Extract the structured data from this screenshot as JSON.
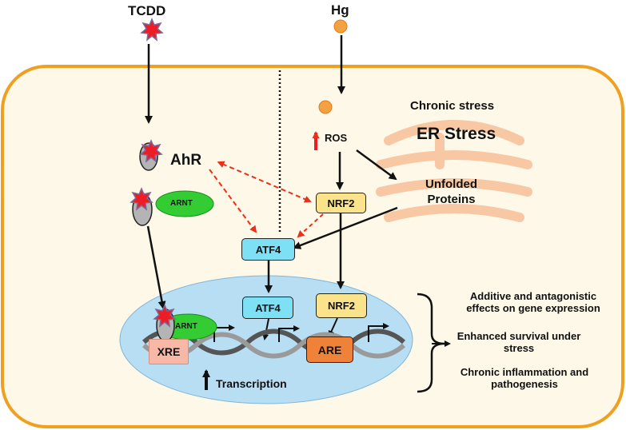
{
  "inputs": {
    "tcdd": "TCDD",
    "hg": "Hg"
  },
  "receptors": {
    "ahr": "AhR",
    "arnt": "ARNT",
    "arnt_nuclear": "ARNT"
  },
  "stress": {
    "chronic": "Chronic stress",
    "er": "ER Stress",
    "ros": "ROS",
    "unfolded": "Unfolded\nProteins"
  },
  "boxes": {
    "nrf2": "NRF2",
    "atf4": "ATF4",
    "atf4_nuclear": "ATF4",
    "nrf2_nuclear": "NRF2",
    "xre": "XRE",
    "are": "ARE"
  },
  "transcription": "Transcription",
  "outcomes": [
    "Additive and antagonistic\neffects on gene expression",
    "Enhanced survival under\nstress",
    "Chronic inflammation and\npathogenesis"
  ],
  "colors": {
    "cell_fill": "#fdf8e8",
    "cell_border": "#f0a020",
    "nucleus": "#b8def4",
    "arnt_green": "#33cc33",
    "receptor_gray": "#b4b4b4",
    "box_yellow": "#fbe38c",
    "box_cyan": "#7ee0f5",
    "are_orange": "#ee8238",
    "xre_pink": "#f7b9a6",
    "er_peach": "#f8c7a3",
    "hg_orange": "#f4a142",
    "star_red": "#ee1c24",
    "dashed_red": "#e8311c"
  }
}
